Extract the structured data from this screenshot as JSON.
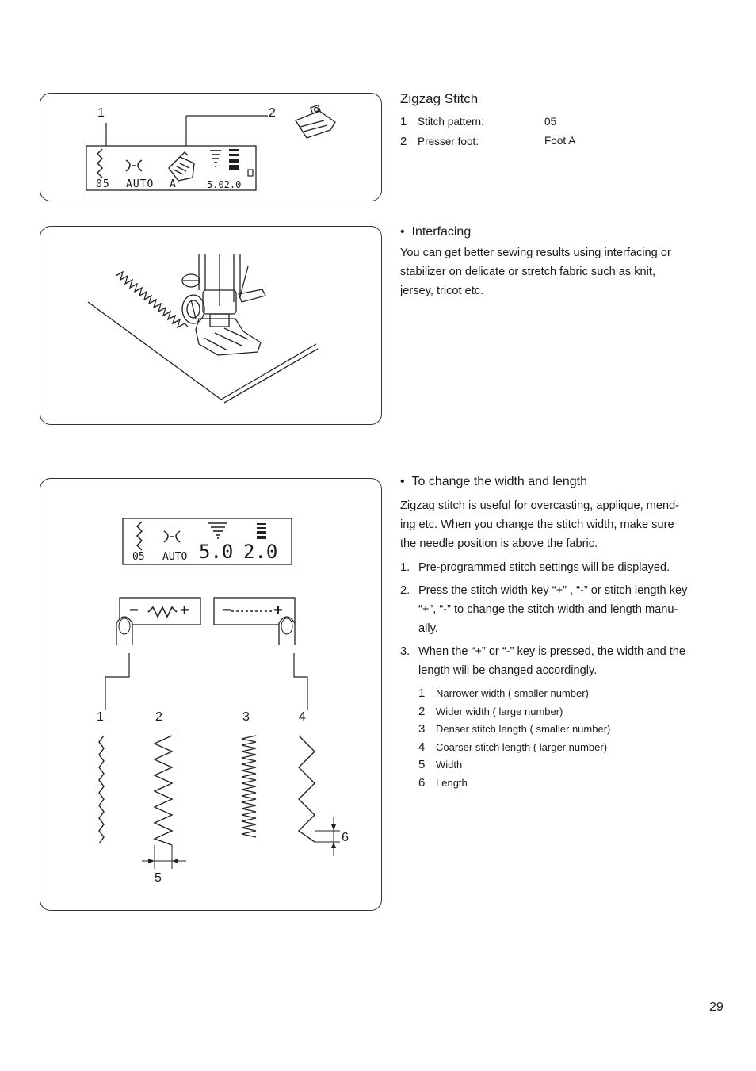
{
  "section1": {
    "title": "Zigzag Stitch",
    "items": [
      {
        "num": "1",
        "label": "Stitch pattern:",
        "value": "05"
      },
      {
        "num": "2",
        "label": "Presser foot:",
        "value": "Foot A"
      }
    ],
    "panel_callouts": [
      "1",
      "2"
    ],
    "lcd": {
      "pattern": "05",
      "mode": "AUTO",
      "foot": "A",
      "settings": "5.02.0"
    }
  },
  "section2": {
    "bullet": "•",
    "heading": "Interfacing",
    "text": [
      "You can get better sewing results using interfacing or",
      "stabilizer on delicate or stretch fabric such as knit,",
      "jersey, tricot etc."
    ]
  },
  "section3": {
    "bullet": "•",
    "heading": "To change the width and length",
    "intro": [
      "Zigzag stitch is useful for overcasting, applique, mend-",
      "ing etc. When you change the stitch width, make sure",
      "the needle position is above the fabric."
    ],
    "steps": [
      {
        "num": "1.",
        "lines": [
          "Pre-programmed stitch settings will be displayed."
        ]
      },
      {
        "num": "2.",
        "lines": [
          "Press the stitch width key “+” , “-” or stitch length key",
          "“+”, “-” to change the stitch width and length manu-",
          "ally."
        ]
      },
      {
        "num": "3.",
        "lines": [
          "When the “+” or “-” key is pressed, the width and the",
          "length will be changed accordingly."
        ]
      }
    ],
    "legend": [
      {
        "num": "1",
        "text": "Narrower width ( smaller number)"
      },
      {
        "num": "2",
        "text": "Wider width ( large number)"
      },
      {
        "num": "3",
        "text": "Denser stitch length ( smaller number)"
      },
      {
        "num": "4",
        "text": "Coarser stitch length ( larger number)"
      },
      {
        "num": "5",
        "text": "Width"
      },
      {
        "num": "6",
        "text": "Length"
      }
    ],
    "lcd": {
      "pattern": "05",
      "mode": "AUTO",
      "width": "5.0",
      "length": "2.0"
    },
    "keys": {
      "minus": "−",
      "plus": "+"
    },
    "callouts": [
      "1",
      "2",
      "3",
      "4",
      "5",
      "6"
    ]
  },
  "page_number": "29"
}
